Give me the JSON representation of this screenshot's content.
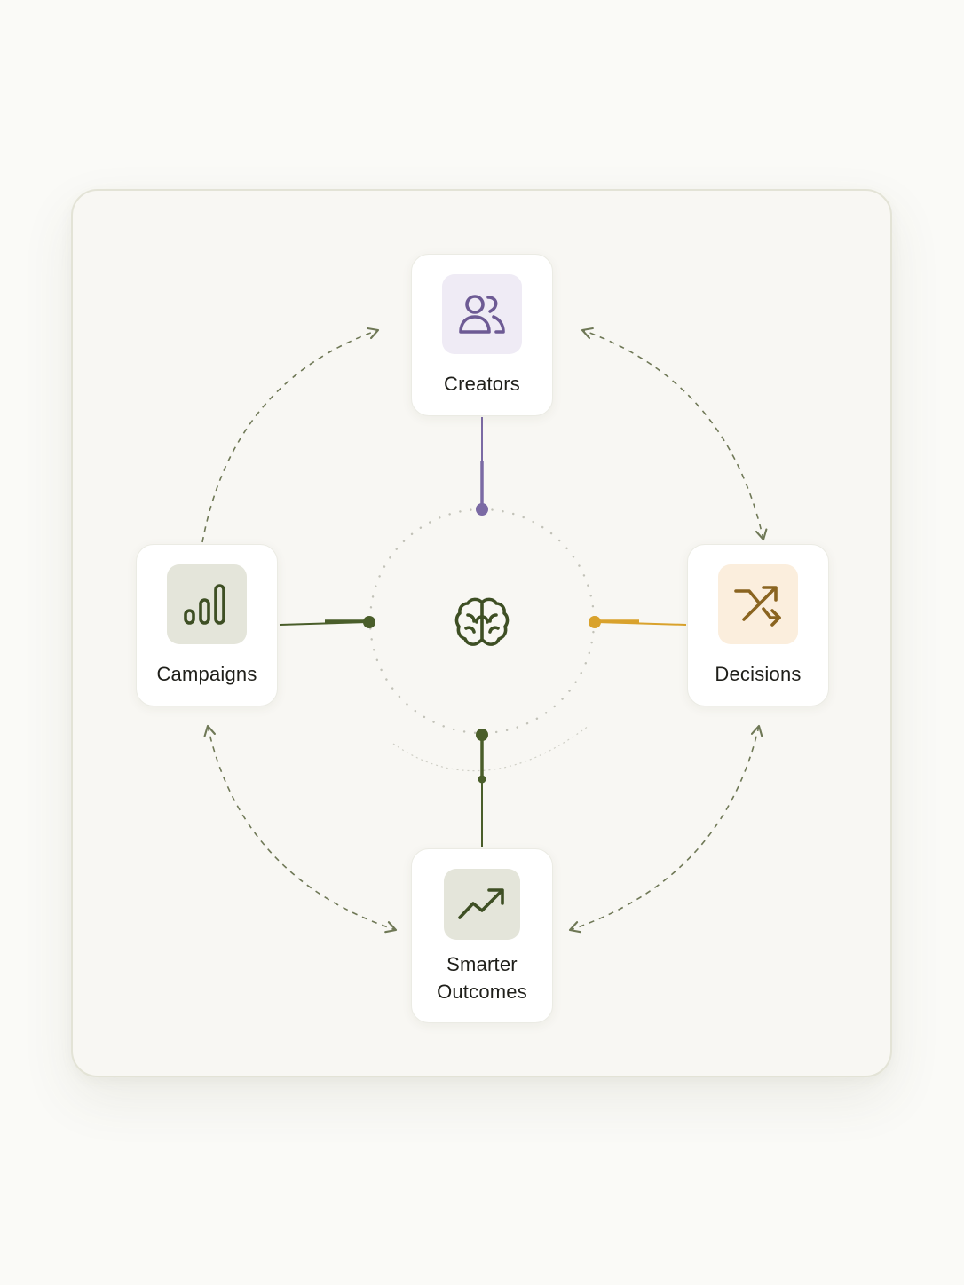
{
  "nodes": {
    "creators": {
      "label": "Creators",
      "icon": "users-icon",
      "tile_color": "#efebf5",
      "icon_color": "#6d5a94"
    },
    "campaigns": {
      "label": "Campaigns",
      "icon": "bar-chart-icon",
      "tile_color": "#e4e5da",
      "icon_color": "#3e4f24"
    },
    "decisions": {
      "label": "Decisions",
      "icon": "shuffle-icon",
      "tile_color": "#fbeedd",
      "icon_color": "#8a6420"
    },
    "outcomes": {
      "label": "Smarter\nOutcomes",
      "icon": "trending-up-icon",
      "tile_color": "#e4e5da",
      "icon_color": "#3e4f24"
    }
  },
  "hub": {
    "icon": "brain-icon",
    "color": "#3e4f24"
  },
  "colors": {
    "purple": "#7b6aa4",
    "olive": "#4a5e2a",
    "amber": "#d9a22c",
    "dashed_arrow": "#6f7856",
    "dotted_ring": "#c2c2b8"
  }
}
